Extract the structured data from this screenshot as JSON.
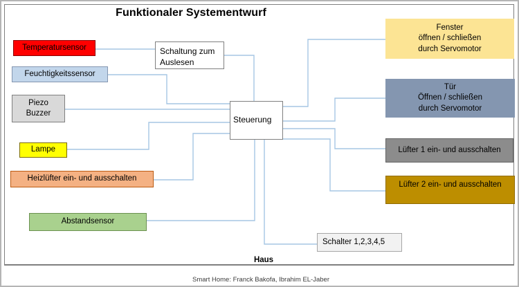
{
  "title": "Funktionaler Systementwurf",
  "frame_label": "Haus",
  "caption": "Smart Home: Franck Bakofa, Ibrahim EL-Jaber",
  "colors": {
    "connector": "#A5C6E4",
    "frame_border": "#7F7F7F",
    "canvas_border": "#B5B5B5"
  },
  "nodes": {
    "temperatursensor": {
      "label": "Temperatursensor",
      "fill": "#FF0000",
      "border": "#8B0000"
    },
    "feuchtigkeitssensor": {
      "label": "Feuchtigkeitssensor",
      "fill": "#C2D6EB",
      "border": "#8496B0"
    },
    "piezo_buzzer": {
      "lines": [
        "Piezo",
        "Buzzer"
      ],
      "fill": "#D9D9D9",
      "border": "#7F7F7F"
    },
    "lampe": {
      "label": "Lampe",
      "fill": "#FFFF00",
      "border": "#7a6a00"
    },
    "heizluefter": {
      "label": "Heizlüfter ein- und ausschalten",
      "fill": "#F4B183",
      "border": "#BC5B12"
    },
    "abstandsensor": {
      "label": "Abstandsensor",
      "fill": "#A9D18E",
      "border": "#6B9150"
    },
    "schaltung": {
      "lines": [
        "Schaltung zum",
        "Auslesen"
      ],
      "fill": "#FFFFFF",
      "border": "#7F7F7F"
    },
    "steuerung": {
      "label": "Steuerung",
      "fill": "#FFFFFF",
      "border": "#7F7F7F"
    },
    "fenster": {
      "lines": [
        "Fenster",
        "öffnen / schließen",
        "durch Servomotor"
      ],
      "fill": "#FCE494",
      "border": "#FCE494"
    },
    "tuer": {
      "lines": [
        "Tür",
        "Öffnen / schließen",
        "durch Servomotor"
      ],
      "fill": "#8496B0",
      "border": "#8496B0"
    },
    "luefter1": {
      "label": "Lüfter 1 ein- und ausschalten",
      "fill": "#8C8C8C",
      "border": "#636363"
    },
    "luefter2": {
      "label": "Lüfter 2 ein- und ausschalten",
      "fill": "#BD8E00",
      "border": "#8F6B00"
    },
    "schalter": {
      "label": "Schalter 1,2,3,4,5",
      "fill": "#F2F2F2",
      "border": "#A6A6A6"
    }
  },
  "edges": [
    "temperatursensor → schaltung",
    "schaltung → steuerung",
    "feuchtigkeitssensor → steuerung",
    "piezo_buzzer → steuerung",
    "lampe → steuerung",
    "heizluefter → steuerung",
    "abstandsensor → steuerung",
    "steuerung → fenster",
    "steuerung → tuer",
    "steuerung → luefter1",
    "steuerung → luefter2",
    "steuerung → schalter"
  ]
}
